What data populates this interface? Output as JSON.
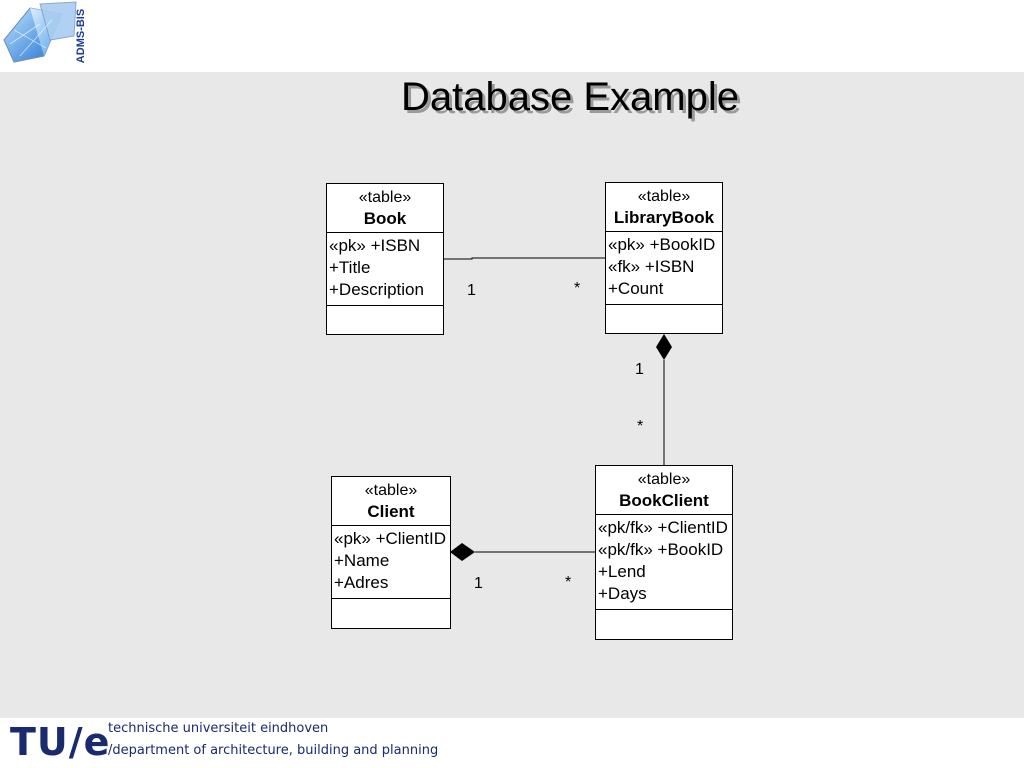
{
  "header": {
    "logo_text": "ADMS-BIS"
  },
  "slide": {
    "title": "Database Example"
  },
  "diagram": {
    "classes": {
      "book": {
        "stereotype": "«table»",
        "name": "Book",
        "attributes": [
          "«pk» +ISBN",
          "+Title",
          "+Description"
        ]
      },
      "librarybook": {
        "stereotype": "«table»",
        "name": "LibraryBook",
        "attributes": [
          "«pk» +BookID",
          "«fk» +ISBN",
          "+Count"
        ]
      },
      "client": {
        "stereotype": "«table»",
        "name": "Client",
        "attributes": [
          "«pk» +ClientID",
          "+Name",
          "+Adres"
        ]
      },
      "bookclient": {
        "stereotype": "«table»",
        "name": "BookClient",
        "attributes": [
          "«pk/fk» +ClientID",
          "«pk/fk» +BookID",
          "+Lend",
          "+Days"
        ]
      }
    },
    "associations": {
      "book_librarybook": {
        "mult_source": "1",
        "mult_target": "*"
      },
      "librarybook_bookclient": {
        "mult_source": "1",
        "mult_target": "*"
      },
      "client_bookclient": {
        "mult_source": "1",
        "mult_target": "*"
      }
    }
  },
  "footer": {
    "logo": "TU/e",
    "university": "technische universiteit eindhoven",
    "department": "/department of architecture, building and planning"
  }
}
